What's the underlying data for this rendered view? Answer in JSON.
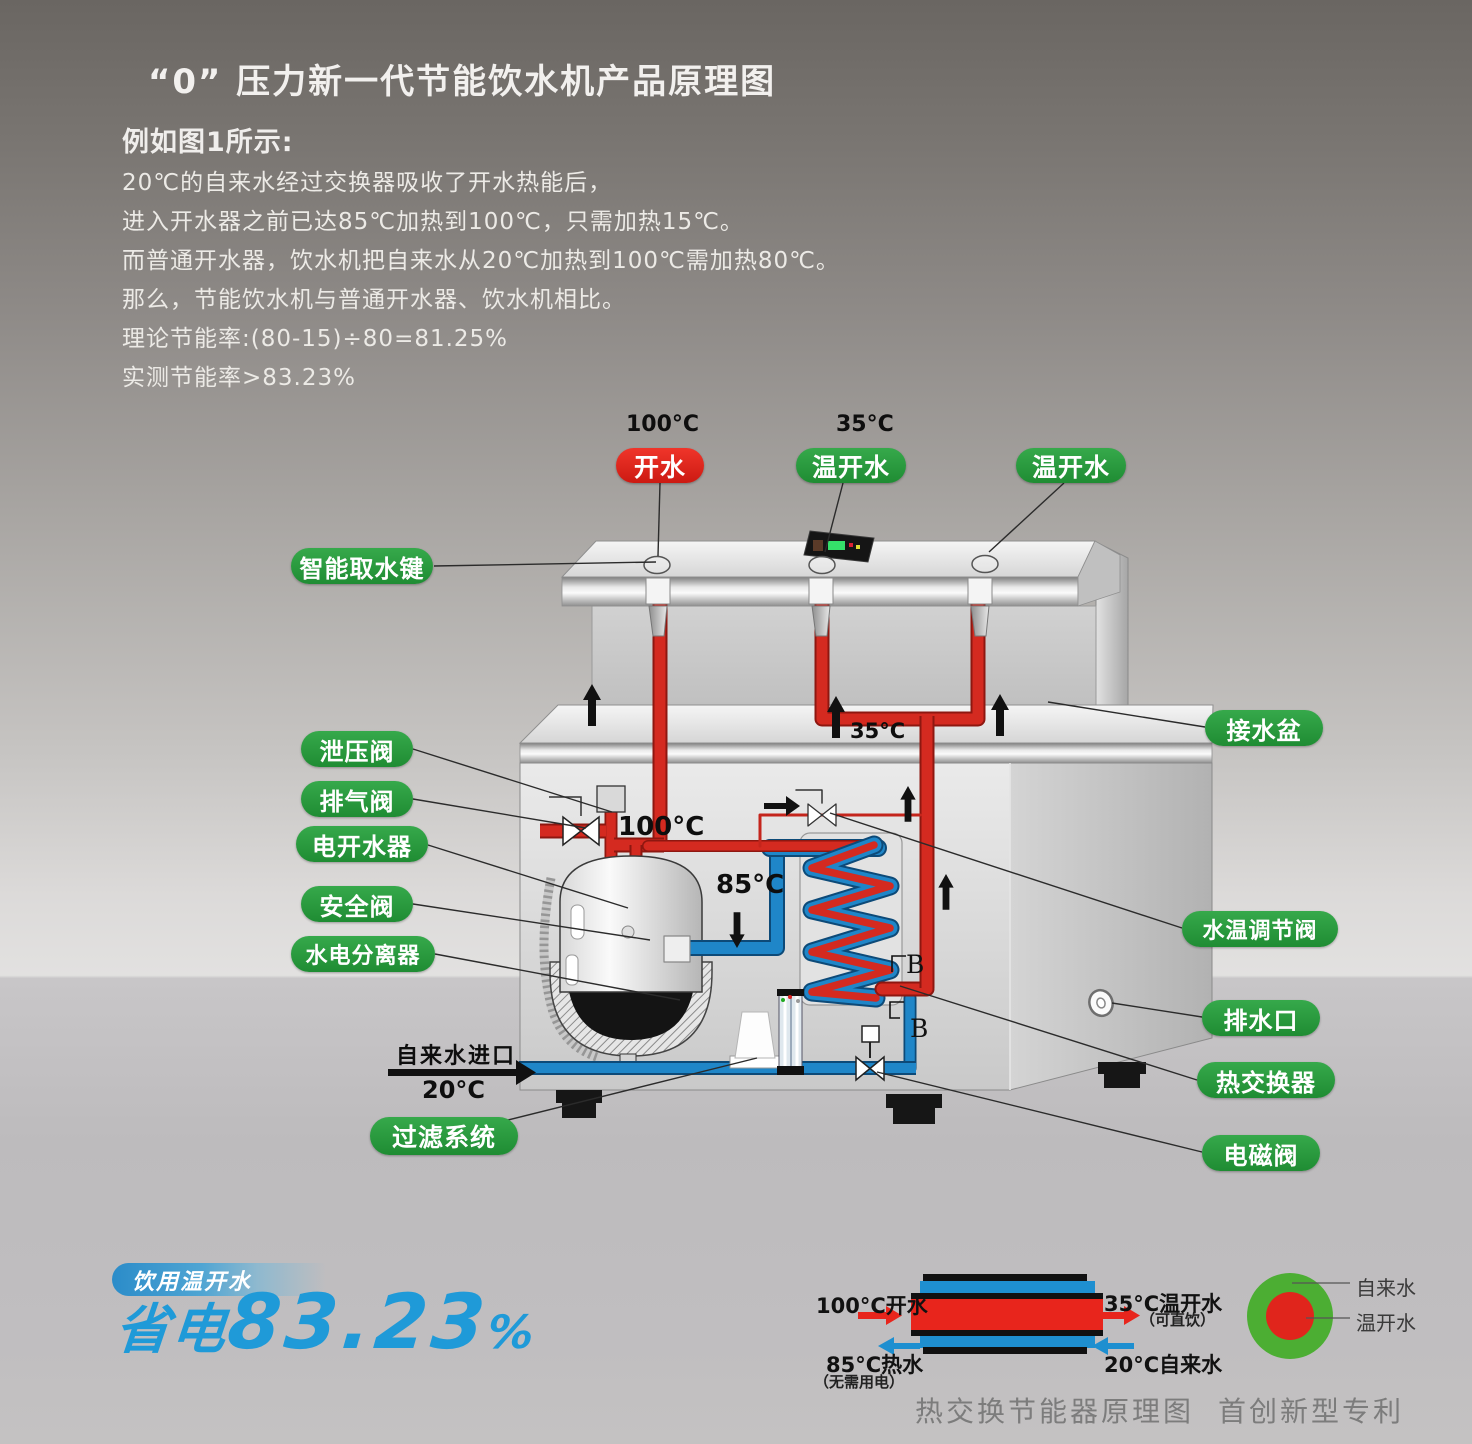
{
  "header": {
    "title": "“0” 压力新一代节能饮水机产品原理图",
    "subtitle": "例如图1所示:",
    "paragraph": [
      "20℃的自来水经过交换器吸收了开水热能后，",
      "进入开水器之前已达85℃加热到100℃，只需加热15℃。",
      "而普通开水器，饮水机把自来水从20℃加热到100℃需加热80℃。",
      "那么，节能饮水机与普通开水器、饮水机相比。",
      "理论节能率:(80-15)÷80=81.25%",
      "实测节能率>83.23%"
    ]
  },
  "outlets": {
    "temp_boiling": "100°C",
    "temp_warm": "35°C",
    "boiling_label": "开水",
    "warm_label_1": "温开水",
    "warm_label_2": "温开水"
  },
  "component_labels": {
    "smart_key": "智能取水键",
    "relief_valve": "泄压阀",
    "exhaust_valve": "排气阀",
    "electric_boiler": "电开水器",
    "safety_valve": "安全阀",
    "hydro_separator": "水电分离器",
    "filter_system": "过滤系统",
    "drip_tray": "接水盆",
    "temp_adjust_valve": "水温调节阀",
    "drain_outlet": "排水口",
    "heat_exchanger": "热交换器",
    "solenoid_valve": "电磁阀"
  },
  "annotations": {
    "temp_100": "100°C",
    "temp_85": "85°C",
    "temp_35": "35°C",
    "point_b1": "B",
    "point_b2": "B",
    "inlet_label": "自来水进口",
    "inlet_temp": "20°C"
  },
  "savings": {
    "tagline": "饮用温开水",
    "prefix": "省电",
    "value": "83.23",
    "unit": "%"
  },
  "exchanger": {
    "hot_in": "100°C开水",
    "warm_out": "35°C温开水",
    "warm_out_note": "（可直饮）",
    "heat_return": "85°C热水",
    "heat_return_note": "（无需用电）",
    "cold_in": "20°C自来水",
    "caption": "热交换节能器原理图"
  },
  "patent": {
    "legend_tap": "自来水",
    "legend_warm": "温开水",
    "caption": "首创新型专利"
  },
  "colors": {
    "pill_green": "#2E9E40",
    "pill_red": "#E6281C",
    "pipe_hot": "#D42A20",
    "pipe_cold": "#1F86C8",
    "savings_blue": "#1F9AD8",
    "patent_green": "#4CAE33"
  }
}
